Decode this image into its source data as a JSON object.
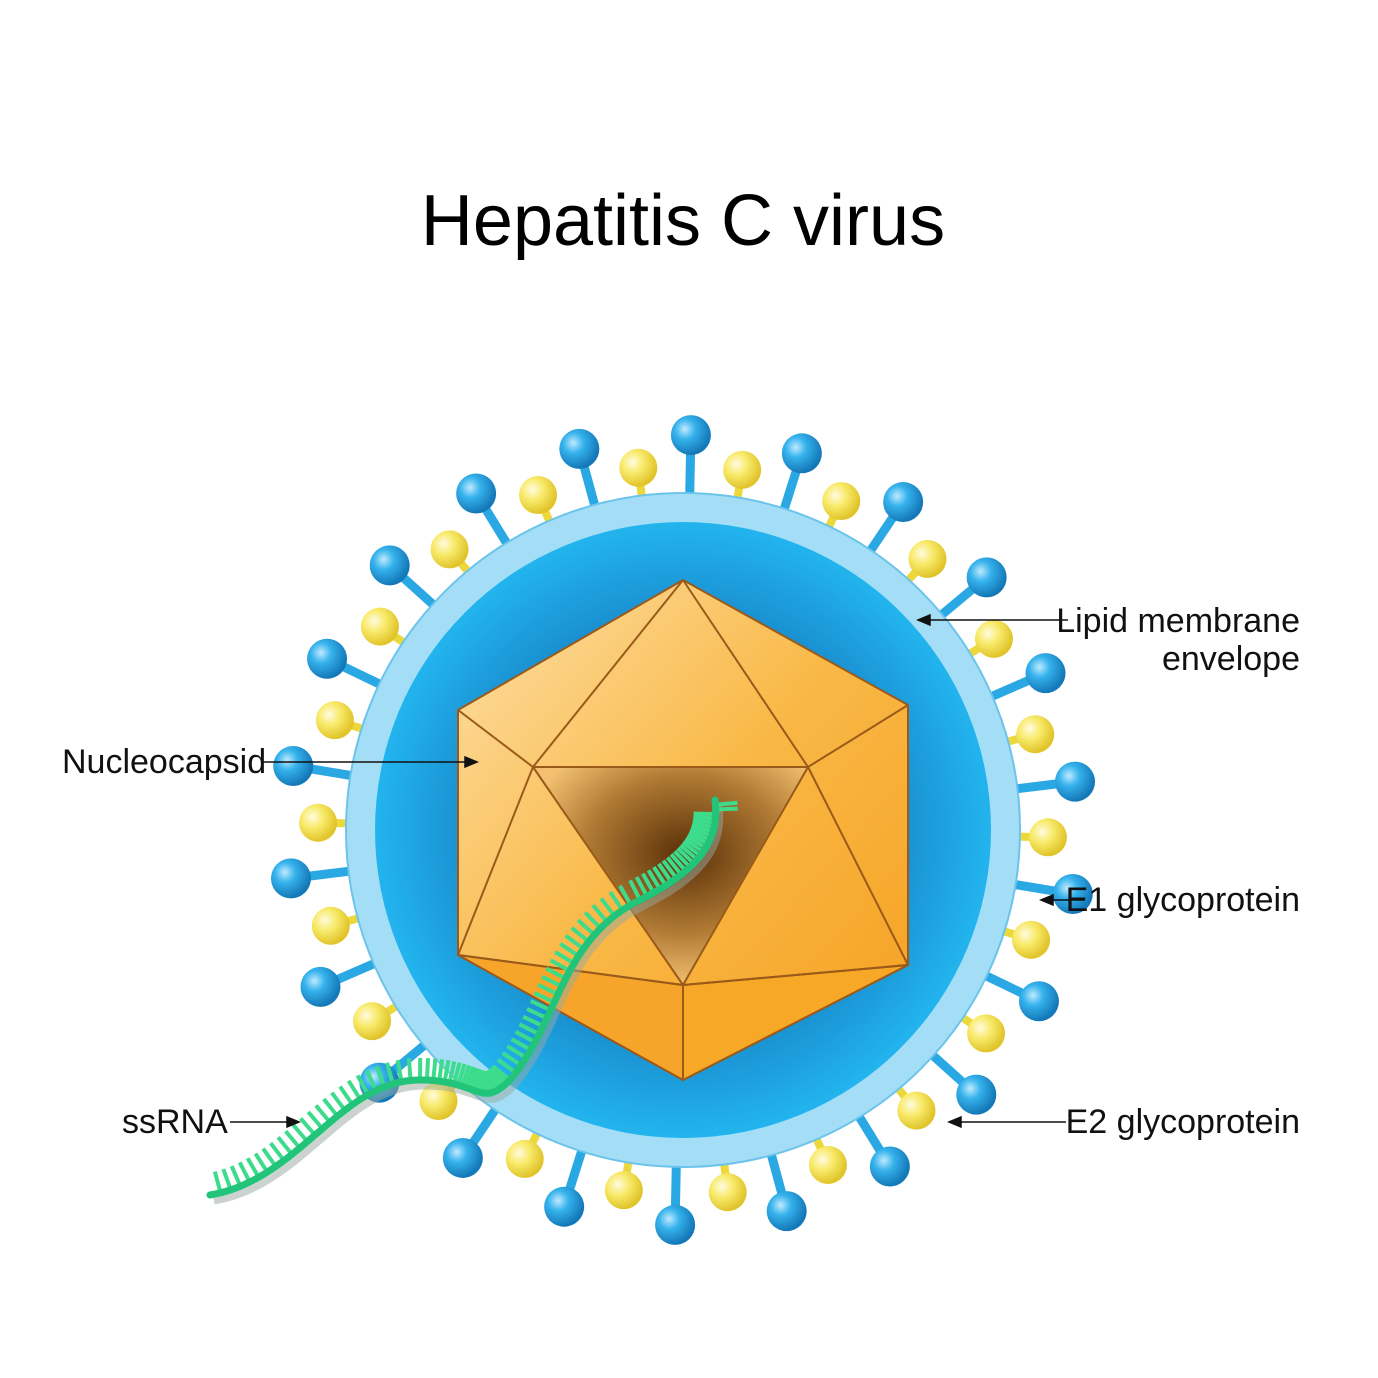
{
  "title": "Hepatitis C virus",
  "labels": {
    "lipid_line1": "Lipid membrane",
    "lipid_line2": "envelope",
    "nucleocapsid": "Nucleocapsid",
    "e1": "E1 glycoprotein",
    "e2": "E2 glycoprotein",
    "ssrna": "ssRNA"
  },
  "colors": {
    "membrane": "#9fdcf5",
    "inner": "#1aa0dc",
    "e2": "#2aa8e4",
    "e1": "#f6e460",
    "capsid": "#f8b43c",
    "rna": "#3ddc8c"
  }
}
